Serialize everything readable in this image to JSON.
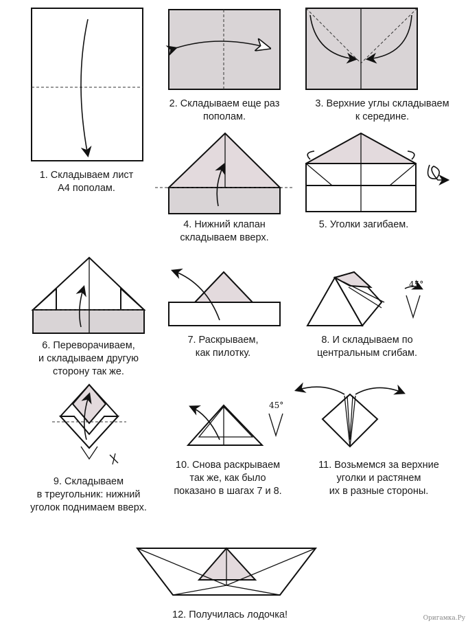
{
  "steps": [
    {
      "lines": [
        "1. Складываем лист",
        "А4 пополам."
      ]
    },
    {
      "lines": [
        "2. Складываем еще раз",
        "пополам."
      ]
    },
    {
      "lines": [
        "3. Верхние углы складываем",
        "к середине."
      ]
    },
    {
      "lines": [
        "4. Нижний клапан",
        "складываем вверх."
      ]
    },
    {
      "lines": [
        "5. Уголки загибаем."
      ]
    },
    {
      "lines": [
        "6. Переворачиваем,",
        "и складываем другую",
        "сторону так же."
      ]
    },
    {
      "lines": [
        "7. Раскрываем,",
        "как пилотку."
      ]
    },
    {
      "lines": [
        "8. И складываем по",
        "центральным сгибам."
      ]
    },
    {
      "lines": [
        "9. Складываем",
        "в треугольник: нижний",
        "уголок поднимаем вверх."
      ]
    },
    {
      "lines": [
        "10. Снова раскрываем",
        "так же, как было",
        "показано в шагах 7 и 8."
      ]
    },
    {
      "lines": [
        "11. Возьмемся за верхние",
        "уголки и растянем",
        "их в разные стороны."
      ]
    },
    {
      "lines": [
        "12. Получилась лодочка!"
      ]
    }
  ],
  "angle_label": "45°",
  "watermark": "Оригамка.Ру"
}
